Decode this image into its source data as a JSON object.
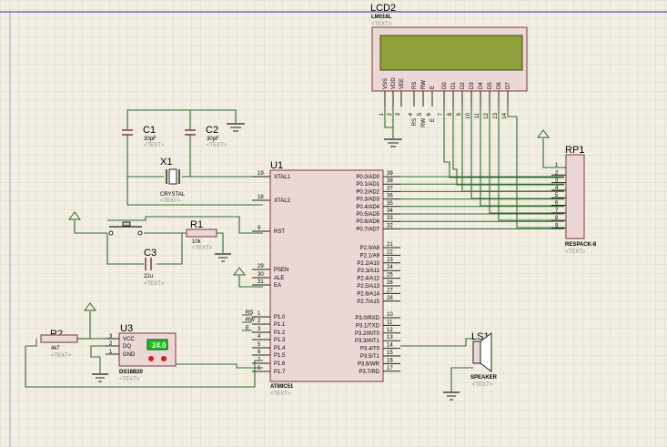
{
  "placeholder_text": "<TEXT>",
  "colors": {
    "wire": "#2e6b2e",
    "body": "#ecd7d7",
    "grid": "#d9d6c8",
    "lcd_screen": "#8fa03a",
    "ds_screen": "#22c022"
  },
  "lcd": {
    "ref": "LCD2",
    "part": "LM016L",
    "pins": [
      {
        "num": "1",
        "name": "VSS"
      },
      {
        "num": "2",
        "name": "VDD"
      },
      {
        "num": "3",
        "name": "VEE"
      },
      {
        "num": "4",
        "name": "RS"
      },
      {
        "num": "5",
        "name": "RW"
      },
      {
        "num": "6",
        "name": "E"
      },
      {
        "num": "7",
        "name": "D0"
      },
      {
        "num": "8",
        "name": "D1"
      },
      {
        "num": "9",
        "name": "D2"
      },
      {
        "num": "10",
        "name": "D3"
      },
      {
        "num": "11",
        "name": "D4"
      },
      {
        "num": "12",
        "name": "D5"
      },
      {
        "num": "13",
        "name": "D6"
      },
      {
        "num": "14",
        "name": "D7"
      }
    ],
    "net_labels": [
      "RS",
      "RW",
      "E"
    ]
  },
  "c1": {
    "ref": "C1",
    "value": "30pF"
  },
  "c2": {
    "ref": "C2",
    "value": "30pF"
  },
  "x1": {
    "ref": "X1",
    "part": "CRYSTAL"
  },
  "r1": {
    "ref": "R1",
    "value": "10k"
  },
  "c3": {
    "ref": "C3",
    "value": "22u"
  },
  "r2": {
    "ref": "R2",
    "value": "4k7"
  },
  "u3": {
    "ref": "U3",
    "part": "DS18B20",
    "display": "24.0",
    "pins": [
      {
        "num": "3",
        "name": "VCC"
      },
      {
        "num": "2",
        "name": "DQ"
      },
      {
        "num": "1",
        "name": "GND"
      }
    ]
  },
  "u1": {
    "ref": "U1",
    "part": "AT89C51",
    "left_pins": [
      {
        "num": "19",
        "name": "XTAL1"
      },
      {
        "num": "18",
        "name": "XTAL2"
      },
      {
        "num": "9",
        "name": "RST"
      },
      {
        "num": "29",
        "name": "PSEN"
      },
      {
        "num": "30",
        "name": "ALE"
      },
      {
        "num": "31",
        "name": "EA"
      },
      {
        "num": "1",
        "name": "P1.0"
      },
      {
        "num": "2",
        "name": "P1.1"
      },
      {
        "num": "3",
        "name": "P1.2"
      },
      {
        "num": "4",
        "name": "P1.3"
      },
      {
        "num": "5",
        "name": "P1.4"
      },
      {
        "num": "6",
        "name": "P1.5"
      },
      {
        "num": "7",
        "name": "P1.6"
      },
      {
        "num": "8",
        "name": "P1.7"
      }
    ],
    "right_pins": [
      {
        "num": "39",
        "name": "P0.0/AD0"
      },
      {
        "num": "38",
        "name": "P0.1/AD1"
      },
      {
        "num": "37",
        "name": "P0.2/AD2"
      },
      {
        "num": "36",
        "name": "P0.3/AD3"
      },
      {
        "num": "35",
        "name": "P0.4/AD4"
      },
      {
        "num": "34",
        "name": "P0.5/AD5"
      },
      {
        "num": "33",
        "name": "P0.6/AD6"
      },
      {
        "num": "32",
        "name": "P0.7/AD7"
      },
      {
        "num": "21",
        "name": "P2.0/A8"
      },
      {
        "num": "22",
        "name": "P2.1/A9"
      },
      {
        "num": "23",
        "name": "P2.2/A10"
      },
      {
        "num": "24",
        "name": "P2.3/A11"
      },
      {
        "num": "25",
        "name": "P2.4/A12"
      },
      {
        "num": "26",
        "name": "P2.5/A13"
      },
      {
        "num": "27",
        "name": "P2.6/A14"
      },
      {
        "num": "28",
        "name": "P2.7/A15"
      },
      {
        "num": "10",
        "name": "P3.0/RXD"
      },
      {
        "num": "11",
        "name": "P3.1/TXD"
      },
      {
        "num": "12",
        "name": "P3.2/INT0"
      },
      {
        "num": "13",
        "name": "P3.3/INT1"
      },
      {
        "num": "14",
        "name": "P3.4/T0"
      },
      {
        "num": "15",
        "name": "P3.5/T1"
      },
      {
        "num": "16",
        "name": "P3.6/WR"
      },
      {
        "num": "17",
        "name": "P3.7/RD"
      }
    ],
    "net_labels": [
      "RS",
      "RW",
      "E"
    ]
  },
  "rp1": {
    "ref": "RP1",
    "part": "RESPACK-8",
    "pins": [
      "1",
      "2",
      "3",
      "4",
      "5",
      "6",
      "7",
      "8",
      "9"
    ]
  },
  "ls1": {
    "ref": "LS1",
    "part": "SPEAKER"
  }
}
